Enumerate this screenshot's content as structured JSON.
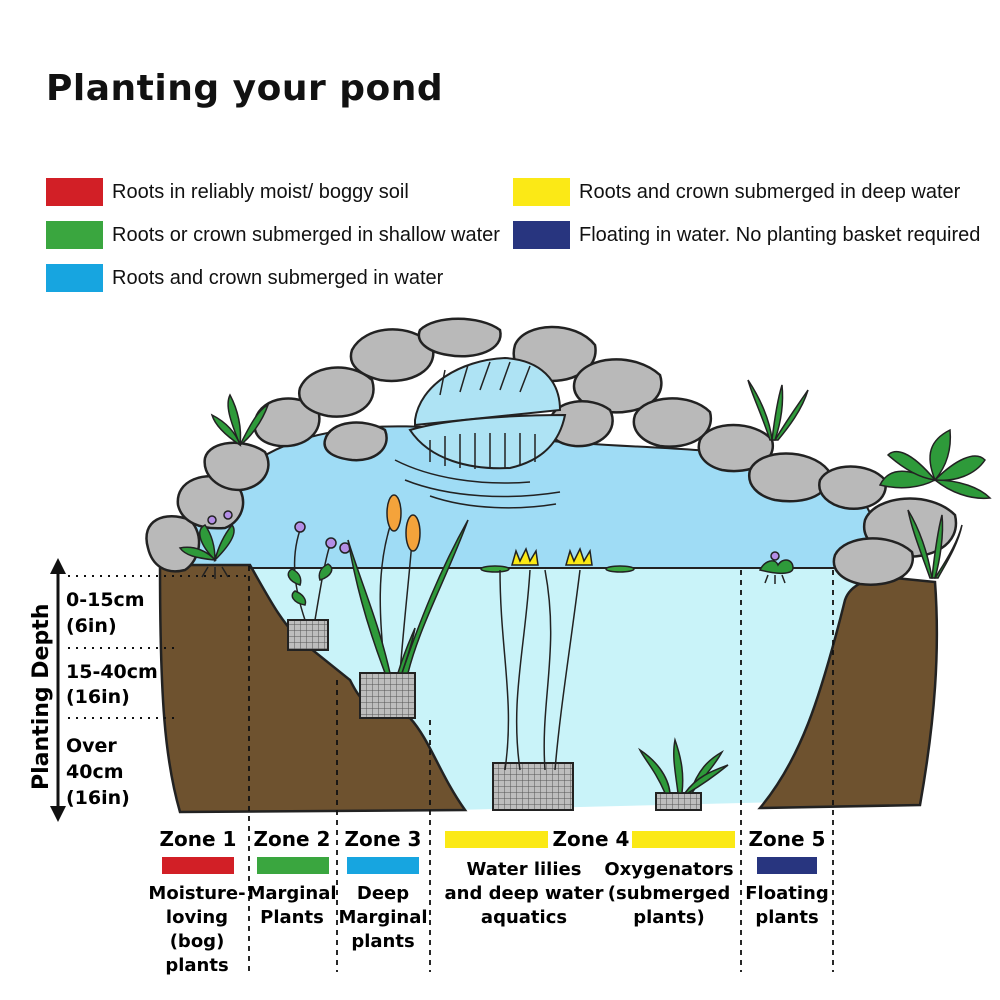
{
  "title": "Planting your pond",
  "legend": [
    {
      "label": "Roots in reliably moist/ boggy soil",
      "color": "#d21f26"
    },
    {
      "label": "Roots or crown submerged in shallow water",
      "color": "#3aa63f"
    },
    {
      "label": "Roots and crown submerged in water",
      "color": "#17a5e0"
    },
    {
      "label": "Roots and crown submerged in deep water",
      "color": "#fbe916"
    },
    {
      "label": "Floating in water.  No planting basket required",
      "color": "#28357f"
    }
  ],
  "depth": {
    "axis_label": "Planting Depth",
    "bands": [
      {
        "line1": "0-15cm",
        "line2": "(6in)"
      },
      {
        "line1": "15-40cm",
        "line2": "(16in)"
      },
      {
        "line1": "Over",
        "line2": "40cm",
        "line3": "(16in)"
      }
    ]
  },
  "zones": [
    {
      "name": "Zone 1",
      "color": "#d21f26",
      "desc": [
        "Moisture-",
        "loving",
        "(bog)",
        "plants"
      ]
    },
    {
      "name": "Zone 2",
      "color": "#3aa63f",
      "desc": [
        "Marginal",
        "Plants"
      ]
    },
    {
      "name": "Zone 3",
      "color": "#17a5e0",
      "desc": [
        "Deep",
        "Marginal",
        "plants"
      ]
    },
    {
      "name": "Zone 4",
      "color": "#fbe916",
      "desc_a": [
        "Water lilies",
        "and deep water",
        "aquatics"
      ],
      "desc_b": [
        "Oxygenators",
        "(submerged",
        "plants)"
      ]
    },
    {
      "name": "Zone 5",
      "color": "#28357f",
      "desc": [
        "Floating",
        "plants"
      ]
    }
  ],
  "colors": {
    "soil": "#6e522f",
    "water_surface": "#9fdcf5",
    "water_deep": "#c9f3f9",
    "rock": "#b9b9b9",
    "basket": "#8d8d8d",
    "leaf": "#2e9a3a"
  }
}
